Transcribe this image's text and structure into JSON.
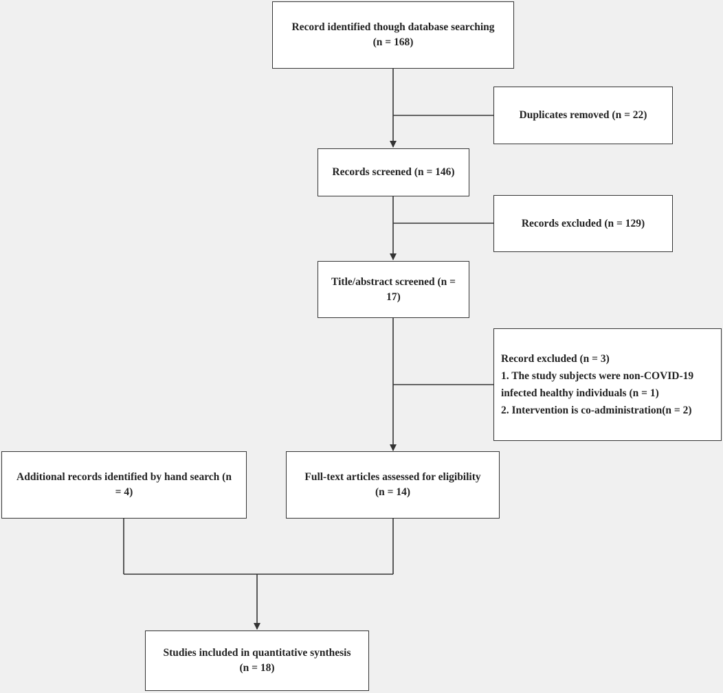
{
  "flowchart": {
    "identified": {
      "line1": "Record identified though database searching",
      "line2": "(n = 168)"
    },
    "duplicates": {
      "text": "Duplicates removed (n = 22)"
    },
    "screened": {
      "text": "Records screened (n = 146)"
    },
    "excluded1": {
      "text": "Records excluded (n = 129)"
    },
    "title_abstract": {
      "line1": "Title/abstract screened (n =",
      "line2": "17)"
    },
    "excluded2": {
      "line1": "Record excluded (n = 3)",
      "line2": "1. The study subjects were non-COVID-19",
      "line3": "infected healthy individuals (n = 1)",
      "line4": "2. Intervention is co-administration(n = 2)"
    },
    "hand_search": {
      "line1": "Additional records identified by hand search (n",
      "line2": "= 4)"
    },
    "fulltext": {
      "line1": "Full-text articles assessed for eligibility",
      "line2": "(n = 14)"
    },
    "included": {
      "line1": "Studies included in quantitative synthesis",
      "line2": "(n = 18)"
    }
  },
  "colors": {
    "background": "#f0f0f0",
    "box_fill": "#ffffff",
    "stroke": "#333333"
  }
}
